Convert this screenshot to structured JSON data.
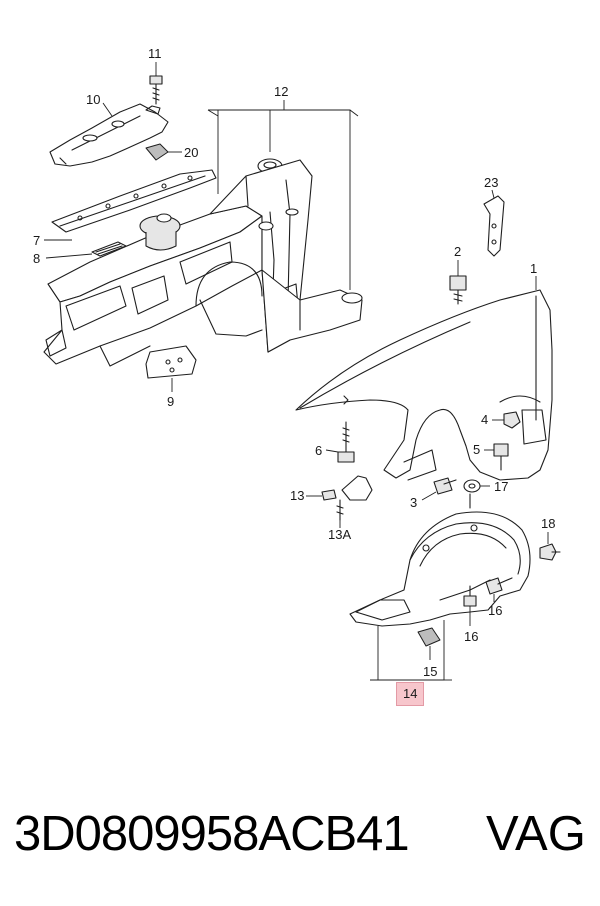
{
  "callouts": [
    {
      "id": "1",
      "label": "1"
    },
    {
      "id": "2",
      "label": "2"
    },
    {
      "id": "3",
      "label": "3"
    },
    {
      "id": "4",
      "label": "4"
    },
    {
      "id": "5",
      "label": "5"
    },
    {
      "id": "6",
      "label": "6"
    },
    {
      "id": "7",
      "label": "7"
    },
    {
      "id": "8",
      "label": "8"
    },
    {
      "id": "9",
      "label": "9"
    },
    {
      "id": "10",
      "label": "10"
    },
    {
      "id": "11",
      "label": "11"
    },
    {
      "id": "12",
      "label": "12"
    },
    {
      "id": "13",
      "label": "13"
    },
    {
      "id": "13a",
      "label": "13A"
    },
    {
      "id": "14",
      "label": "14"
    },
    {
      "id": "15",
      "label": "15"
    },
    {
      "id": "16a",
      "label": "16"
    },
    {
      "id": "16b",
      "label": "16"
    },
    {
      "id": "17",
      "label": "17"
    },
    {
      "id": "18",
      "label": "18"
    },
    {
      "id": "20",
      "label": "20"
    },
    {
      "id": "23",
      "label": "23"
    }
  ],
  "highlighted_callout": "14",
  "highlight_color": "#f7c6cc",
  "footer": {
    "part_number": "3D0809958ACB41",
    "brand": "VAG"
  }
}
